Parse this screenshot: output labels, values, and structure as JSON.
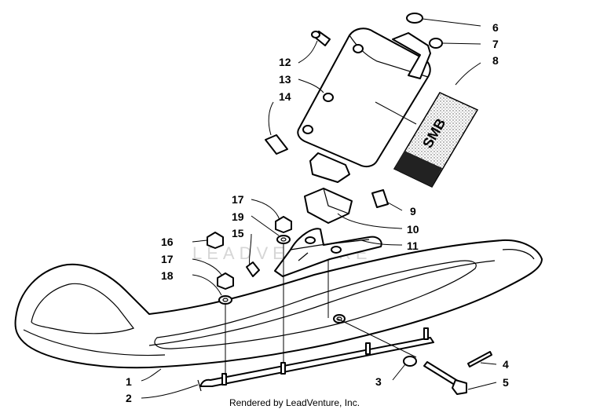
{
  "callouts": {
    "c1": "1",
    "c2": "2",
    "c3": "3",
    "c4": "4",
    "c5": "5",
    "c6": "6",
    "c7": "7",
    "c8": "8",
    "c9": "9",
    "c10": "10",
    "c11": "11",
    "c12": "12",
    "c13": "13",
    "c14": "14",
    "c15": "15",
    "c16": "16",
    "c17a": "17",
    "c17b": "17",
    "c18": "18",
    "c19": "19"
  },
  "decal_text": "SMB",
  "watermark_text": "LEADVENTURE",
  "credit": "Rendered by LeadVenture, Inc."
}
